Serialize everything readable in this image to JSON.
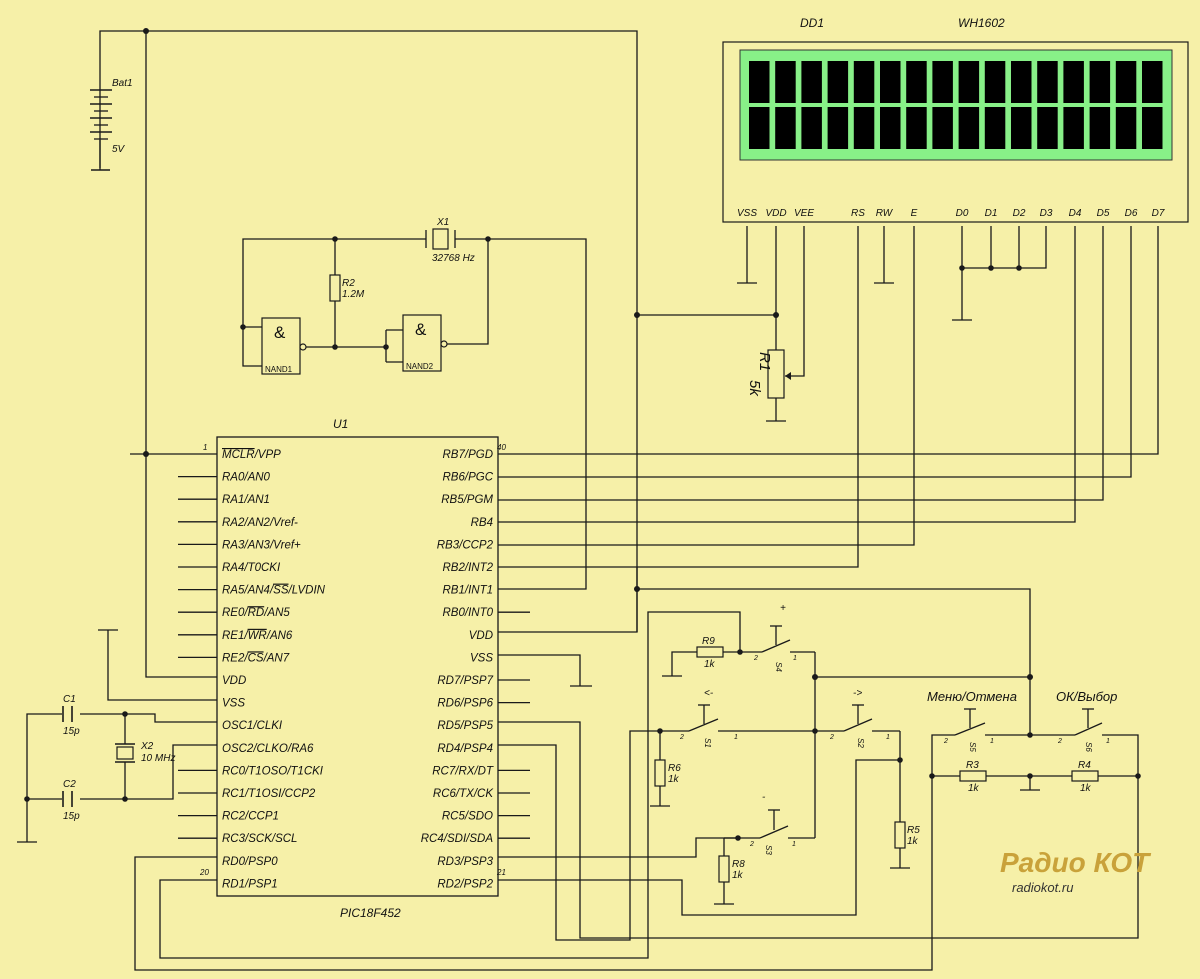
{
  "mcu": {
    "ref": "U1",
    "part": "PIC18F452",
    "pin1": "1",
    "pin40": "40",
    "pin20": "20",
    "pin21": "21",
    "left_pins": [
      "MCLR/VPP",
      "RA0/AN0",
      "RA1/AN1",
      "RA2/AN2/Vref-",
      "RA3/AN3/Vref+",
      "RA4/T0CKI",
      "RA5/AN4/SS/LVDIN",
      "RE0/RD/AN5",
      "RE1/WR/AN6",
      "RE2/CS/AN7",
      "VDD",
      "VSS",
      "OSC1/CLKI",
      "OSC2/CLKO/RA6",
      "RC0/T1OSO/T1CKI",
      "RC1/T1OSI/CCP2",
      "RC2/CCP1",
      "RC3/SCK/SCL",
      "RD0/PSP0",
      "RD1/PSP1"
    ],
    "right_pins": [
      "RB7/PGD",
      "RB6/PGC",
      "RB5/PGM",
      "RB4",
      "RB3/CCP2",
      "RB2/INT2",
      "RB1/INT1",
      "RB0/INT0",
      "VDD",
      "VSS",
      "RD7/PSP7",
      "RD6/PSP6",
      "RD5/PSP5",
      "RD4/PSP4",
      "RC7/RX/DT",
      "RC6/TX/CK",
      "RC5/SDO",
      "RC4/SDI/SDA",
      "RD3/PSP3",
      "RD2/PSP2"
    ]
  },
  "lcd": {
    "ref": "DD1",
    "part": "WH1602",
    "pins": [
      "VSS",
      "VDD",
      "VEE",
      "RS",
      "RW",
      "E",
      "D0",
      "D1",
      "D2",
      "D3",
      "D4",
      "D5",
      "D6",
      "D7"
    ],
    "screen_color": "#88f088",
    "char_color": "#000000",
    "rows": 2,
    "cols": 16
  },
  "battery": {
    "ref": "Bat1",
    "value": "5V"
  },
  "crystal_x1": {
    "ref": "X1",
    "value": "32768 Hz"
  },
  "crystal_x2": {
    "ref": "X2",
    "value": "10 MHz"
  },
  "resistors": {
    "r1": {
      "ref": "R1",
      "value": "5k"
    },
    "r2": {
      "ref": "R2",
      "value": "1.2M"
    },
    "r3": {
      "ref": "R3",
      "value": "1k"
    },
    "r4": {
      "ref": "R4",
      "value": "1k"
    },
    "r5": {
      "ref": "R5",
      "value": "1k"
    },
    "r6": {
      "ref": "R6",
      "value": "1k"
    },
    "r8": {
      "ref": "R8",
      "value": "1k"
    },
    "r9": {
      "ref": "R9",
      "value": "1k"
    }
  },
  "capacitors": {
    "c1": {
      "ref": "C1",
      "value": "15p"
    },
    "c2": {
      "ref": "C2",
      "value": "15p"
    }
  },
  "gates": {
    "g1": "NAND1",
    "g2": "NAND2",
    "symbol": "&"
  },
  "switches": {
    "s1": {
      "ref": "S1",
      "label": "<-"
    },
    "s2": {
      "ref": "S2",
      "label": "->"
    },
    "s3": {
      "ref": "S3",
      "label": "-"
    },
    "s4": {
      "ref": "S4",
      "label": "+"
    },
    "s5": {
      "ref": "S5",
      "label": "Меню/Отмена"
    },
    "s6": {
      "ref": "S6",
      "label": "ОК/Выбор"
    },
    "pin_a": "2",
    "pin_b": "1"
  },
  "logo": {
    "line1": "Радио КОТ",
    "line2": "radiokot.ru",
    "color": "#c9a23a"
  },
  "colors": {
    "background": "#f6f0a8",
    "wire": "#1a1a1a"
  }
}
